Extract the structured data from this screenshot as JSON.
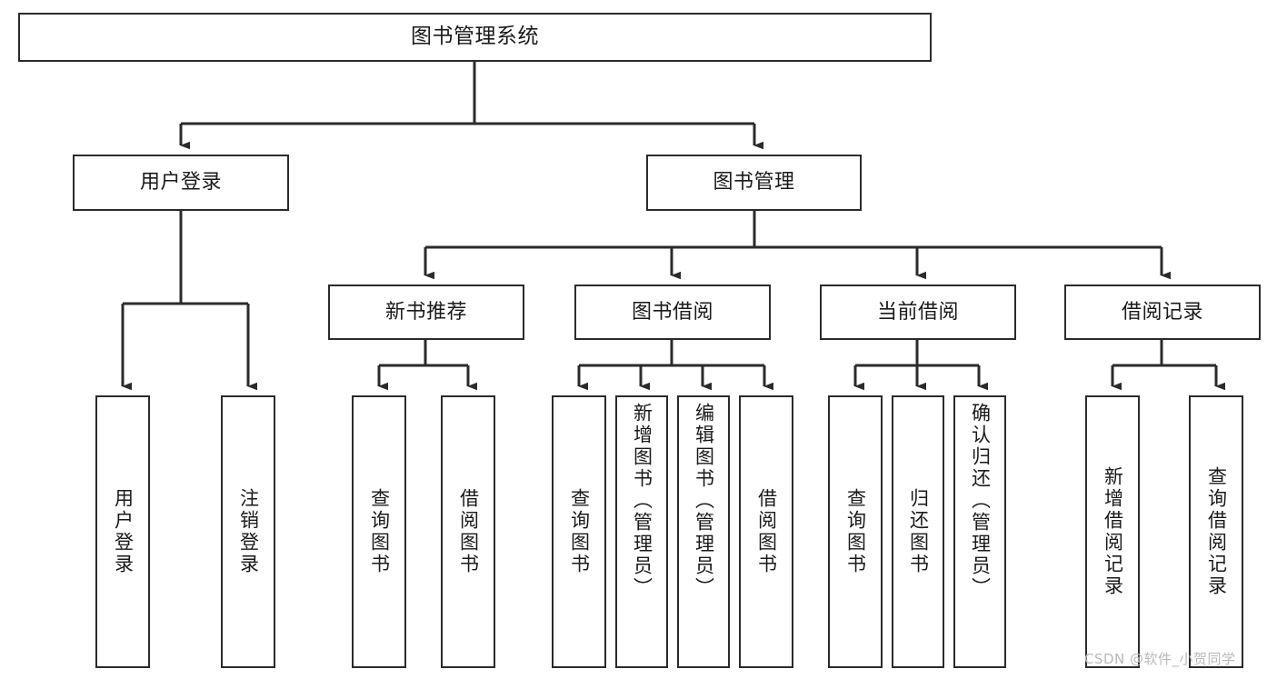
{
  "diagram": {
    "title": "图书管理系统",
    "type": "tree",
    "orientation": "top-down",
    "stroke_color": "#2b2b2b",
    "fill_color": "#ffffff",
    "text_color": "#1a1a1a",
    "nodes": {
      "root": {
        "label": "图书管理系统"
      },
      "level2": [
        {
          "id": "user-login",
          "label": "用户登录"
        },
        {
          "id": "book-manage",
          "label": "图书管理"
        }
      ],
      "level3": [
        {
          "id": "new-book-recommend",
          "label": "新书推荐"
        },
        {
          "id": "book-borrow",
          "label": "图书借阅"
        },
        {
          "id": "current-borrow",
          "label": "当前借阅"
        },
        {
          "id": "borrow-record",
          "label": "借阅记录"
        }
      ],
      "leaves": {
        "user-login": [
          {
            "id": "leaf-user-login",
            "label": "用户登录"
          },
          {
            "id": "leaf-logout-login",
            "label": "注销登录"
          }
        ],
        "new-book-recommend": [
          {
            "id": "leaf-query-book-1",
            "label": "查询图书"
          },
          {
            "id": "leaf-borrow-book-1",
            "label": "借阅图书"
          }
        ],
        "book-borrow": [
          {
            "id": "leaf-query-book-2",
            "label": "查询图书"
          },
          {
            "id": "leaf-add-book",
            "label": "新增图书（管理员）"
          },
          {
            "id": "leaf-edit-book",
            "label": "编辑图书（管理员）"
          },
          {
            "id": "leaf-borrow-book-2",
            "label": "借阅图书"
          }
        ],
        "current-borrow": [
          {
            "id": "leaf-query-book-3",
            "label": "查询图书"
          },
          {
            "id": "leaf-return-book",
            "label": "归还图书"
          },
          {
            "id": "leaf-confirm-return",
            "label": "确认归还（管理员）"
          }
        ],
        "borrow-record": [
          {
            "id": "leaf-add-record",
            "label": "新增借阅记录"
          },
          {
            "id": "leaf-query-record",
            "label": "查询借阅记录"
          }
        ]
      }
    }
  },
  "watermark": {
    "text": "CSDN @软件_小贺同学"
  }
}
